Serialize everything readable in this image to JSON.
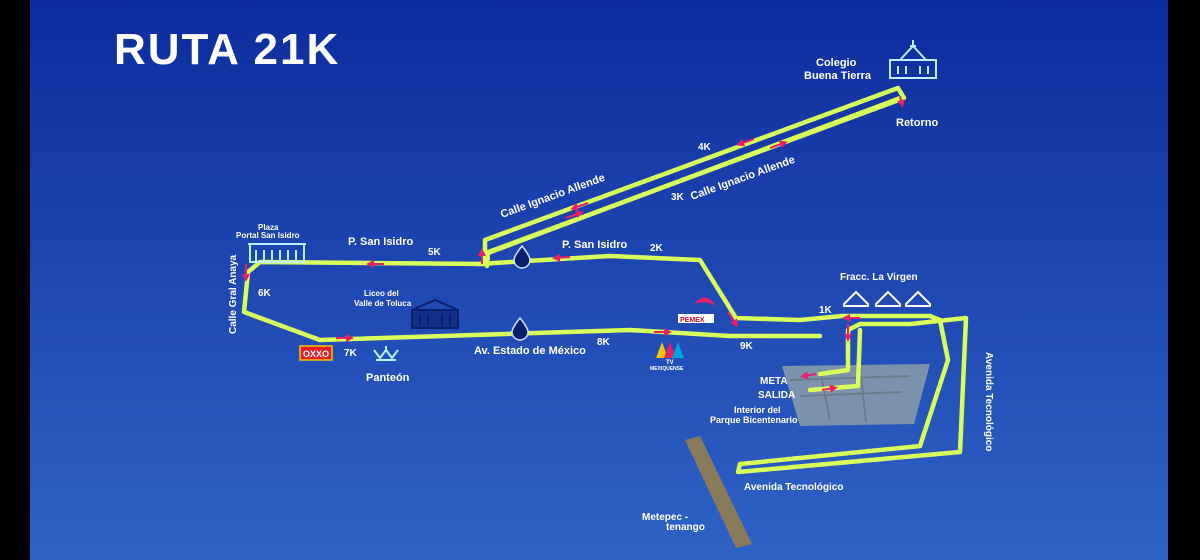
{
  "title": "RUTA 21K",
  "colors": {
    "background_top": "#0d2c9e",
    "background_bottom": "#2f63c6",
    "route": "#d8ff5a",
    "arrow": "#e8206a",
    "icon": "#b8f2ff"
  },
  "labels": {
    "colegio": "Colegio",
    "buena_tierra": "Buena Tierra",
    "retorno": "Retorno",
    "km4": "4K",
    "km3": "3K",
    "allende_upper": "Calle Ignacio Allende",
    "allende_lower": "Calle Ignacio Allende",
    "plaza": "Plaza",
    "portal": "Portal San Isidro",
    "san_isidro_left": "P. San Isidro",
    "km5": "5K",
    "san_isidro_mid": "P. San Isidro",
    "km2": "2K",
    "gral_anaya": "Calle Gral Anaya",
    "km6": "6K",
    "liceo": "Liceo del",
    "valle_toluca": "Valle de Toluca",
    "fracc_virgen": "Fracc. La Virgen",
    "km1": "1K",
    "pemex": "PEMEX",
    "oxxo": "OXXO",
    "km7": "7K",
    "panteon": "Panteón",
    "estado_mexico": "Av. Estado de México",
    "km8": "8K",
    "km9": "9K",
    "tv": "TV",
    "mexiquense": "MEXIQUENSE",
    "meta": "META",
    "salida": "SALIDA",
    "interior": "Interior del",
    "parque": "Parque Bicentenario",
    "avenida_vertical": "Avenida Tecnológico",
    "avenida_bottom": "Avenida Tecnológico",
    "metepec": "Metepec -",
    "tenango": "tenango"
  },
  "icons": [
    "school-icon",
    "plaza-arch-icon",
    "building-icon",
    "houses-icon",
    "pemex-logo-icon",
    "oxxo-logo-icon",
    "cemetery-icon",
    "tv-mexiquense-logo-icon",
    "water-drop-icon",
    "park-map-icon",
    "direction-arrow-icon"
  ]
}
